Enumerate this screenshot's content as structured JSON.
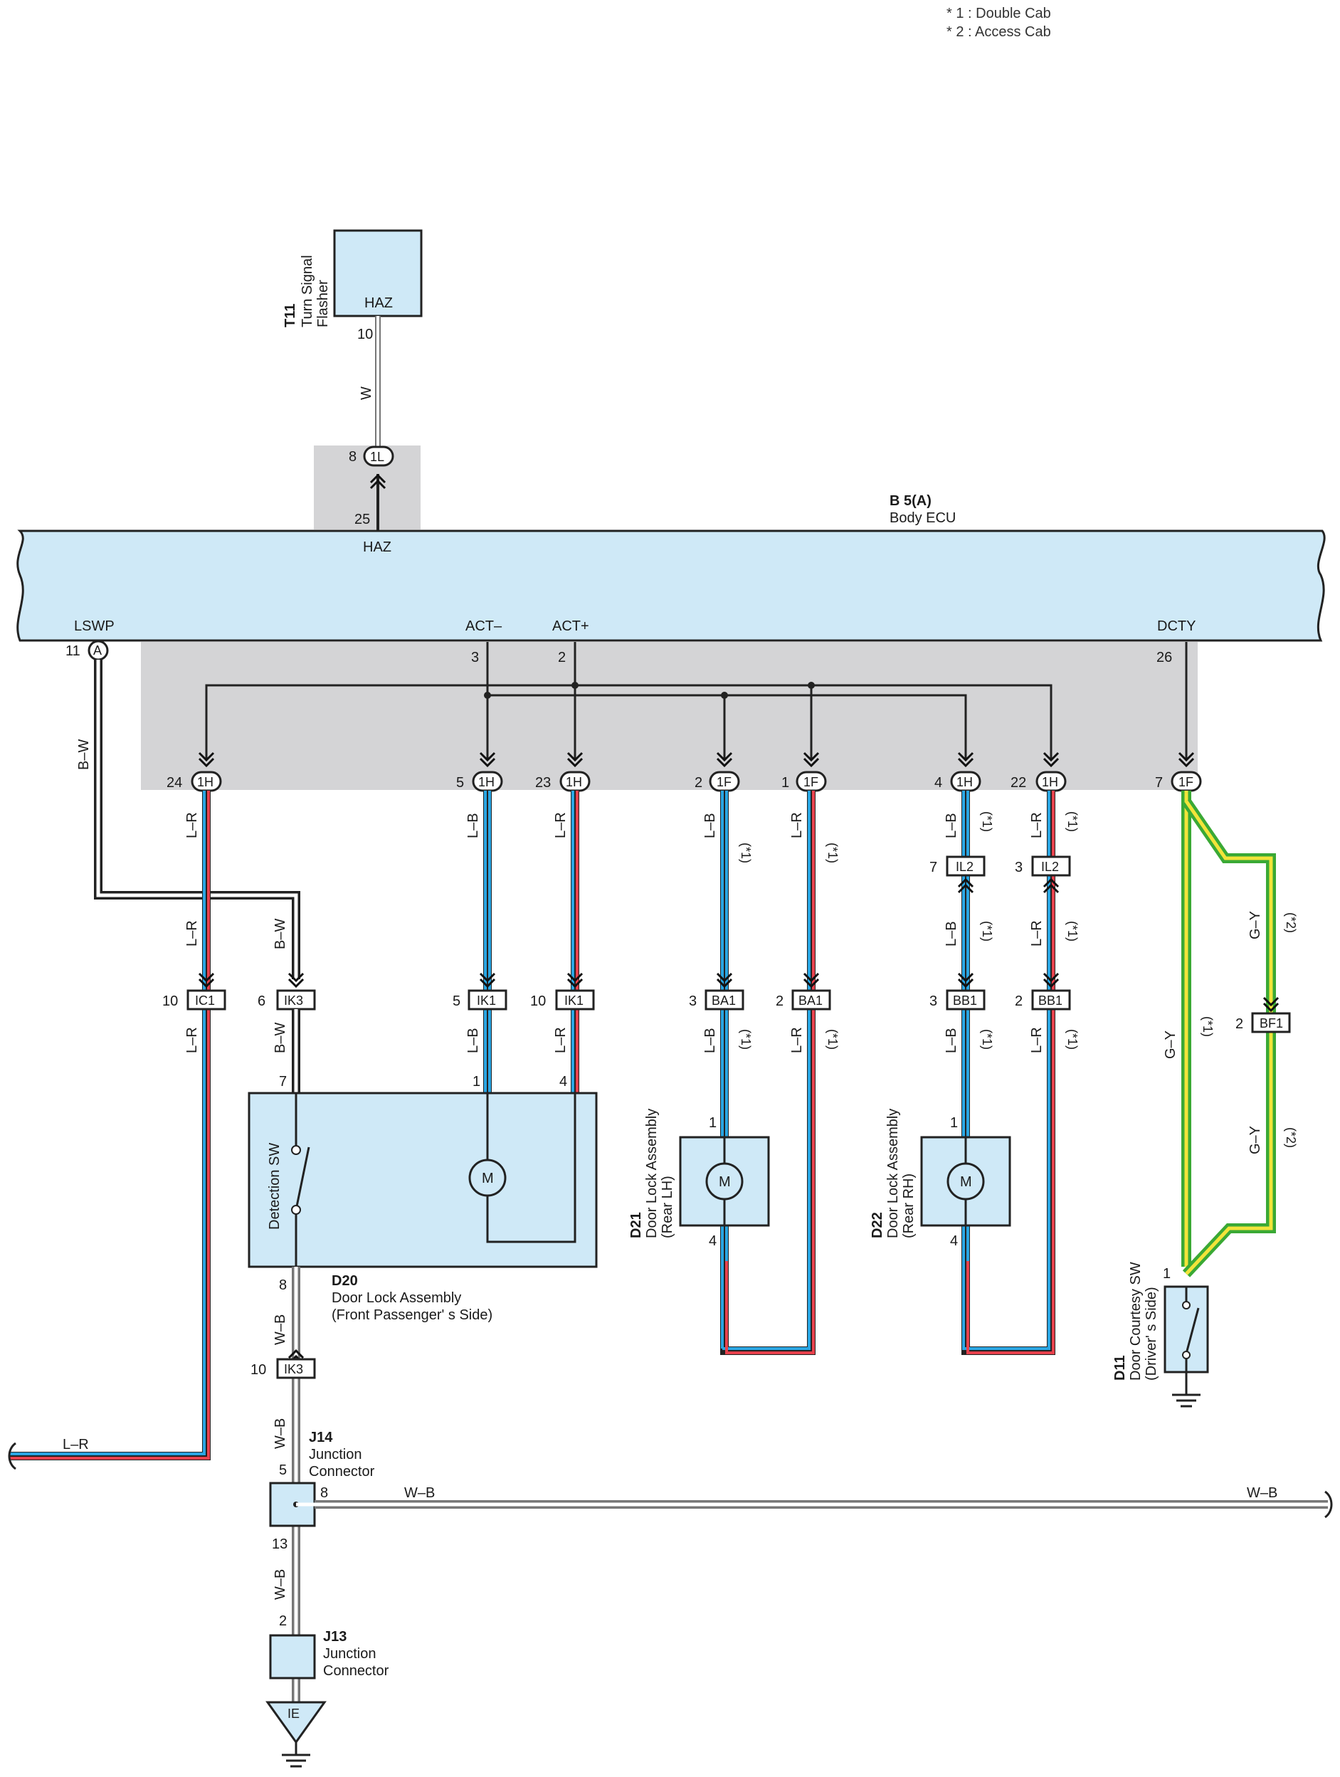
{
  "legend": {
    "note1": "* 1 : Double Cab",
    "note2": "* 2 : Access Cab"
  },
  "notes": {
    "star1": "(*1)",
    "star2": "(*2)"
  },
  "ecu": {
    "code": "B 5(A)",
    "name": "Body ECU",
    "pin_haz": "HAZ",
    "pin_lswp": "LSWP",
    "pin_act_minus": "ACT–",
    "pin_act_plus": "ACT+",
    "pin_dcty": "DCTY",
    "term_a": "A"
  },
  "t11": {
    "code": "T11",
    "name_l1": "Turn Signal",
    "name_l2": "Flasher",
    "pin": "HAZ"
  },
  "d20": {
    "code": "D20",
    "name_l1": "Door Lock Assembly",
    "name_l2": "(Front Passenger' s Side)",
    "sw": "Detection SW",
    "motor": "M"
  },
  "d21": {
    "code": "D21",
    "name_l1": "Door Lock Assembly",
    "name_l2": "(Rear LH)",
    "motor": "M"
  },
  "d22": {
    "code": "D22",
    "name_l1": "Door Lock Assembly",
    "name_l2": "(Rear RH)",
    "motor": "M"
  },
  "d11": {
    "code": "D11",
    "name_l1": "Door Courtesy SW",
    "name_l2": "(Driver' s Side)"
  },
  "j14": {
    "code": "J14",
    "name_l1": "Junction",
    "name_l2": "Connector"
  },
  "j13": {
    "code": "J13",
    "name_l1": "Junction",
    "name_l2": "Connector"
  },
  "ground": {
    "ie": "IE"
  },
  "connectors": {
    "c1l": "1L",
    "c1h": "1H",
    "c1f": "1F",
    "ic1": "IC1",
    "ik3": "IK3",
    "ik1": "IK1",
    "ba1": "BA1",
    "bb1": "BB1",
    "il2": "IL2",
    "bf1": "BF1"
  },
  "pins": {
    "p10": "10",
    "p8": "8",
    "p25": "25",
    "p11": "11",
    "p3": "3",
    "p2": "2",
    "p26": "26",
    "p24": "24",
    "p5": "5",
    "p23": "23",
    "p1": "1",
    "p4": "4",
    "p22": "22",
    "p7": "7",
    "p6": "6",
    "p13": "13"
  },
  "wires": {
    "w": "W",
    "bw": "B–W",
    "lr": "L–R",
    "lb": "L–B",
    "gy": "G–Y",
    "wb": "W–B"
  },
  "colors": {
    "ecu_fill": "#cfe9f7",
    "shade": "#d4d4d6",
    "blue": "#2aa6e3",
    "red": "#e8424d",
    "green": "#3aa935",
    "yellow": "#f2e43a"
  }
}
